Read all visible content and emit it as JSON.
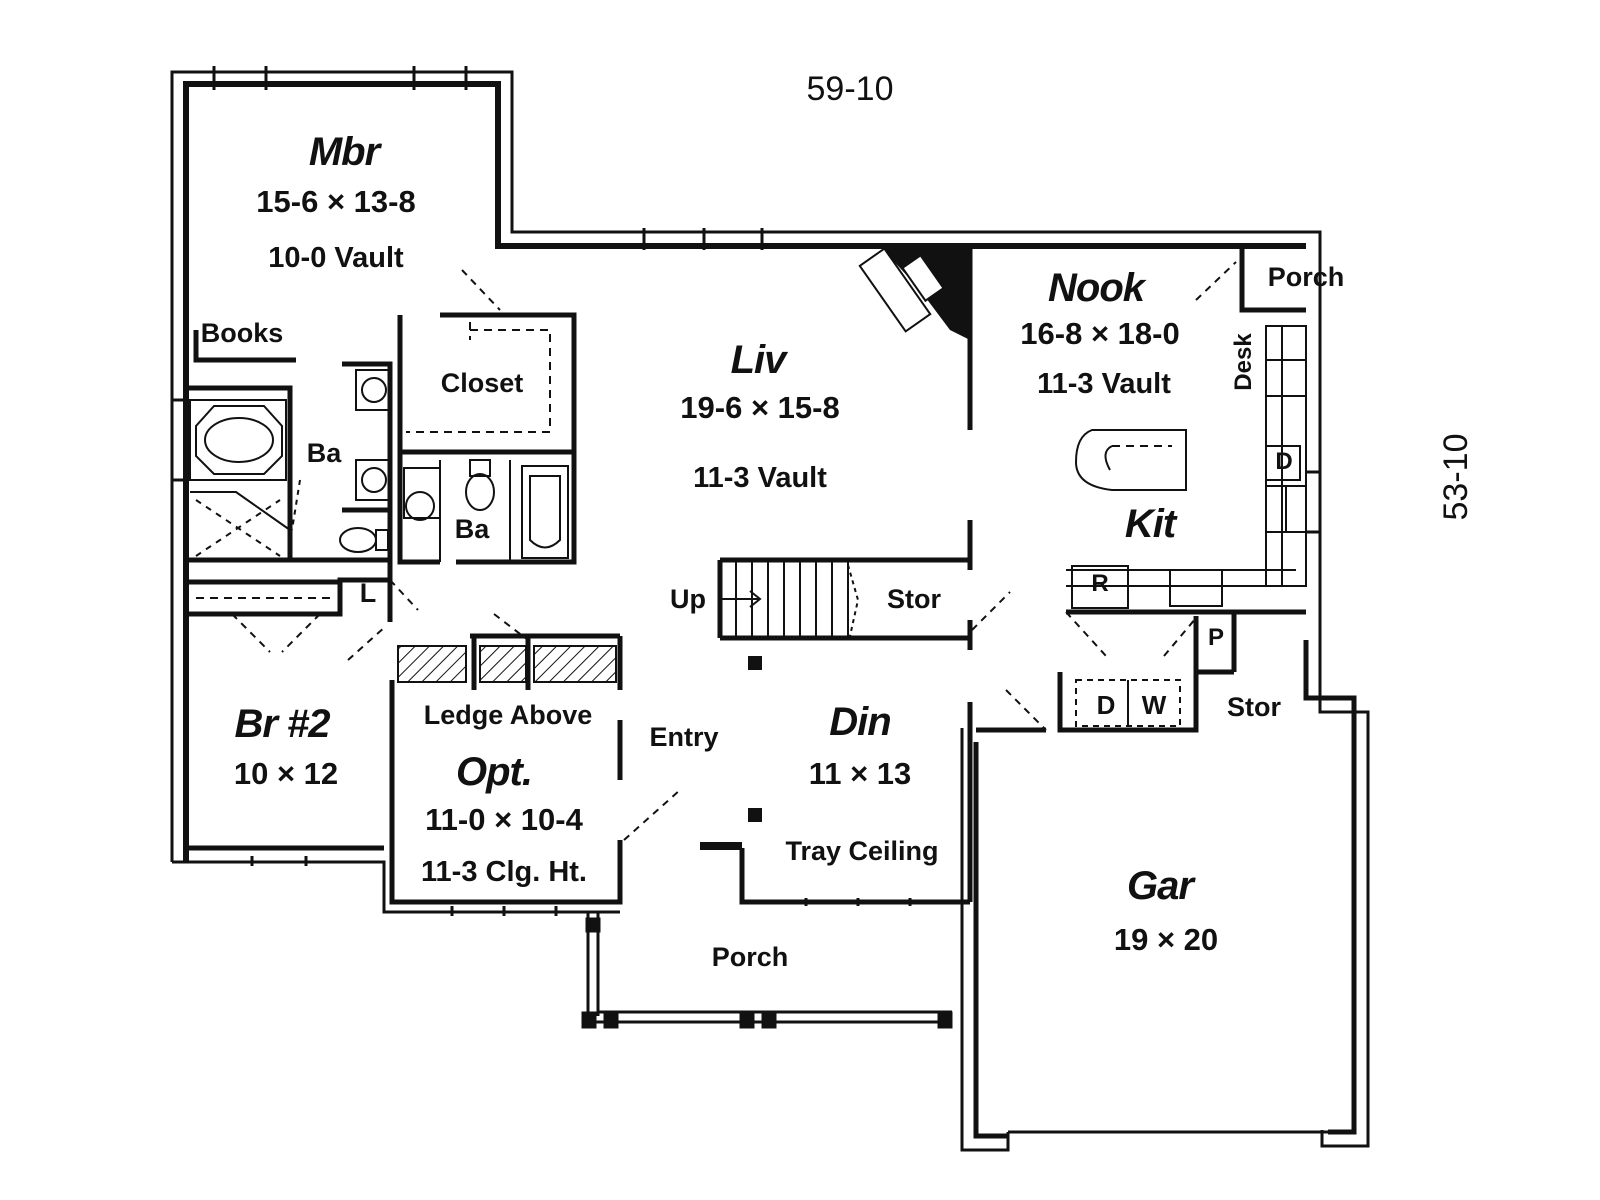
{
  "overall_dims": {
    "width": "59-10",
    "depth": "53-10"
  },
  "rooms": {
    "mbr": {
      "name": "Mbr",
      "size": "15-6 × 13-8",
      "note": "10-0 Vault"
    },
    "liv": {
      "name": "Liv",
      "size": "19-6 × 15-8",
      "note": "11-3 Vault"
    },
    "nook": {
      "name": "Nook",
      "size": "16-8 × 18-0",
      "note": "11-3 Vault"
    },
    "kit": {
      "name": "Kit"
    },
    "br2": {
      "name": "Br #2",
      "size": "10 × 12"
    },
    "opt": {
      "name": "Opt.",
      "size": "11-0 × 10-4",
      "note": "11-3 Clg. Ht."
    },
    "din": {
      "name": "Din",
      "size": "11 × 13",
      "note": "Tray Ceiling"
    },
    "gar": {
      "name": "Gar",
      "size": "19 × 20"
    }
  },
  "labels": {
    "books": "Books",
    "closet": "Closet",
    "ba_master": "Ba",
    "ba_hall": "Ba",
    "laundry": "L",
    "ledge": "Ledge Above",
    "entry": "Entry",
    "up": "Up",
    "stor_stair": "Stor",
    "stor_garage": "Stor",
    "porch_front": "Porch",
    "porch_rear": "Porch",
    "desk": "Desk",
    "range": "R",
    "dishwasher": "D",
    "pantry": "P",
    "dryer": "D",
    "washer": "W"
  },
  "colors": {
    "ink": "#111111",
    "paper": "#ffffff"
  }
}
